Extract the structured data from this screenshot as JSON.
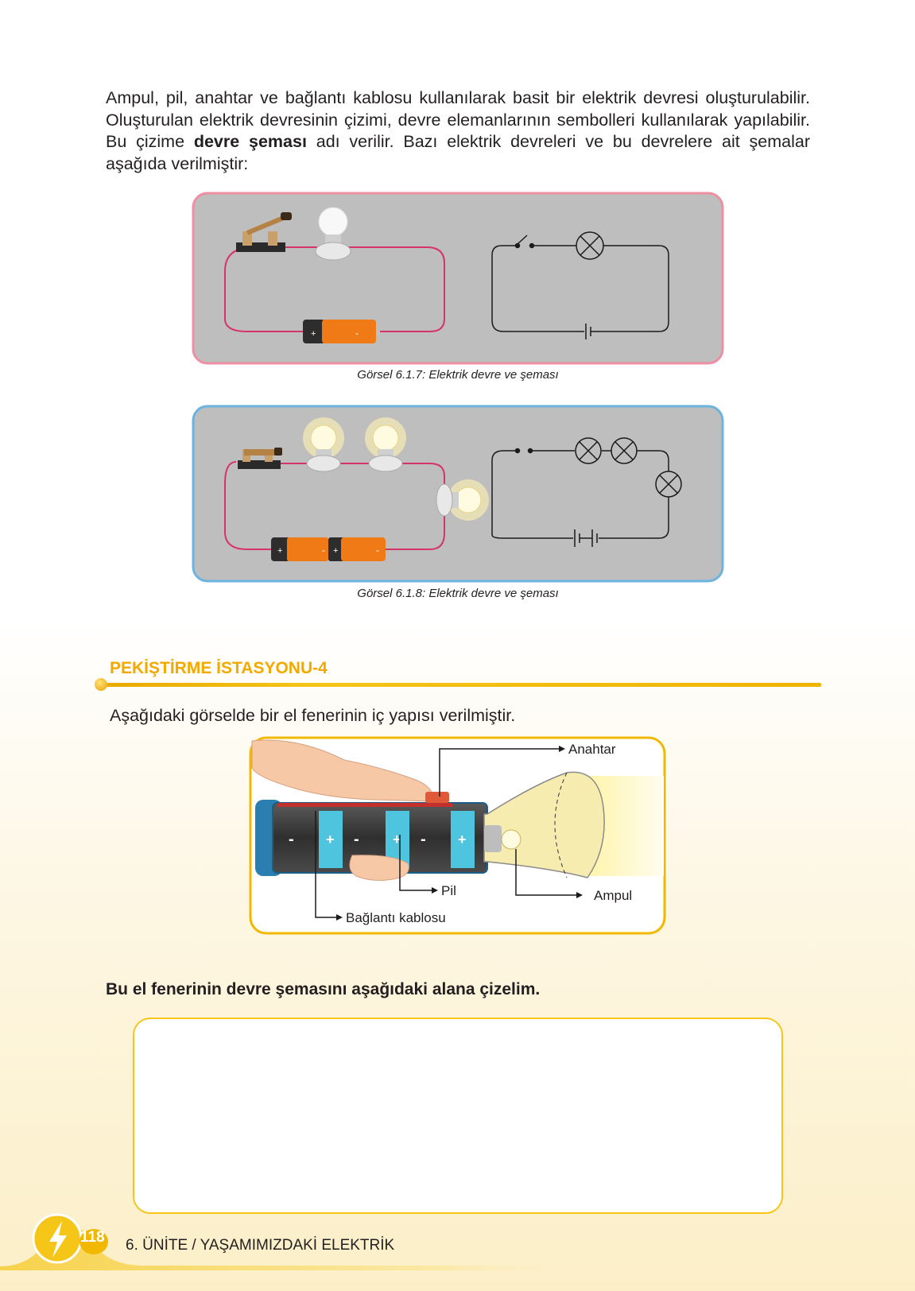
{
  "intro_paragraph": {
    "part1": "Ampul, pil, anahtar ve bağlantı kablosu kullanılarak basit bir elektrik devresi oluşturulabilir. Oluşturulan elektrik devresinin çizimi, devre elemanlarının sembolleri kullanılarak yapılabilir. Bu çizime ",
    "bold": "devre şeması",
    "part2": " adı verilir. Bazı elektrik devreleri ve bu devrelere ait şemalar aşağıda verilmiştir:"
  },
  "figures": [
    {
      "caption": "Görsel 6.1.7: Elektrik devre ve şeması",
      "border_color": "#ef8fa3"
    },
    {
      "caption": "Görsel 6.1.8: Elektrik devre ve şeması",
      "border_color": "#6cb4e0"
    }
  ],
  "battery_signs": {
    "plus": "+",
    "minus": "-"
  },
  "section": {
    "title": "PEKİŞTİRME İSTASYONU-4",
    "intro": "Aşağıdaki görselde bir el fenerinin iç yapısı verilmiştir.",
    "flashlight_labels": {
      "switch": "Anahtar",
      "battery": "Pil",
      "bulb": "Ampul",
      "wire": "Bağlantı kablosu"
    },
    "task": "Bu el fenerinin devre şemasını aşağıdaki alana çizelim."
  },
  "footer": {
    "page_number": "118",
    "unit_title": "6. ÜNİTE / YAŞAMIMIZDAKİ ELEKTRİK"
  },
  "colors": {
    "accent_yellow": "#f5c518",
    "section_title": "#f2a900",
    "figure_bg": "#bebebe",
    "wire_red": "#d6336c"
  }
}
